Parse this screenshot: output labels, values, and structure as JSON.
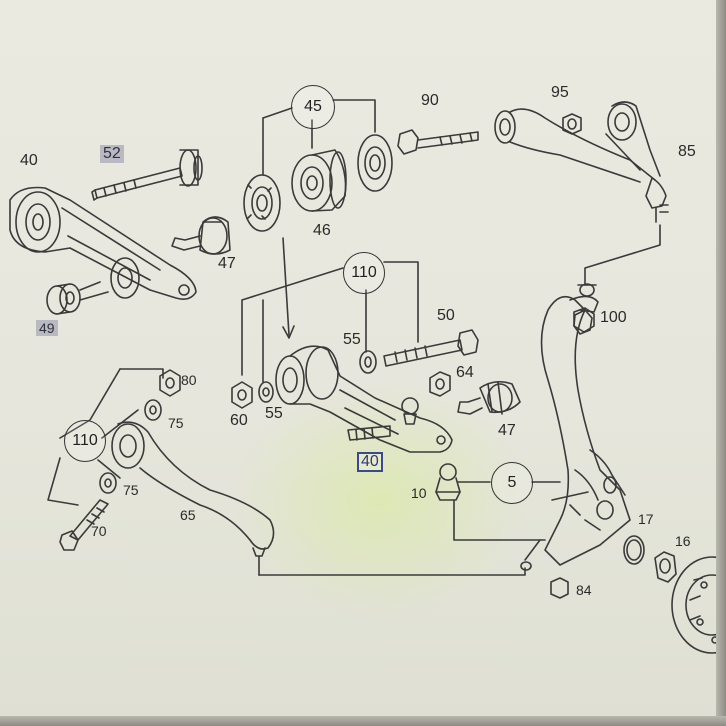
{
  "diagram": {
    "callouts": {
      "c45": "45",
      "c110a": "110",
      "c110b": "110",
      "c5": "5"
    },
    "labels": {
      "l40": "40",
      "l52": "52",
      "l47a": "47",
      "l49": "49",
      "l46": "46",
      "l90": "90",
      "l95": "95",
      "l85": "85",
      "l100": "100",
      "l50": "50",
      "l55a": "55",
      "l64": "64",
      "l60": "60",
      "l55b": "55",
      "l47b": "47",
      "l40b": "40",
      "l80": "80",
      "l75a": "75",
      "l75b": "75",
      "l65": "65",
      "l70": "70",
      "l10": "10",
      "l17": "17",
      "l16": "16",
      "l84": "84"
    },
    "colors": {
      "line": "#3a3a3a",
      "highlight": "#b8b9c1",
      "selection_box": "#3a4a8a",
      "screen_bg": "#e8e7de"
    }
  }
}
